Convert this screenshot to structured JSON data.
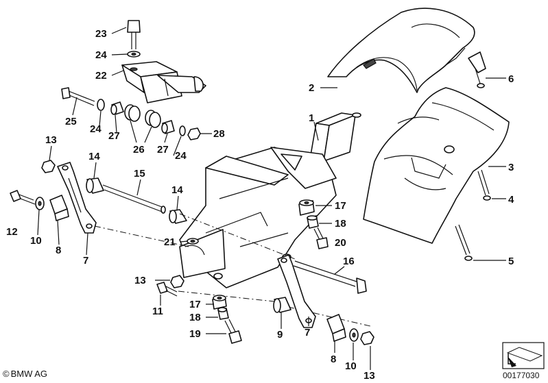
{
  "labels": {
    "l1": "1",
    "l2": "2",
    "l3": "3",
    "l4": "4",
    "l5": "5",
    "l6": "6",
    "l7a": "7",
    "l7b": "7",
    "l8a": "8",
    "l8b": "8",
    "l9": "9",
    "l10a": "10",
    "l10b": "10",
    "l11": "11",
    "l12": "12",
    "l13a": "13",
    "l13b": "13",
    "l13c": "13",
    "l14a": "14",
    "l14b": "14",
    "l15": "15",
    "l16": "16",
    "l17a": "17",
    "l17b": "17",
    "l18a": "18",
    "l18b": "18",
    "l19": "19",
    "l20": "20",
    "l21": "21",
    "l22": "22",
    "l23": "23",
    "l24a": "24",
    "l24b": "24",
    "l24c": "24",
    "l25": "25",
    "l26": "26",
    "l27a": "27",
    "l27b": "27",
    "l28": "28"
  },
  "footer": {
    "copyright_symbol": "©",
    "brand": "BMW AG",
    "diagram_number": "00177030"
  }
}
